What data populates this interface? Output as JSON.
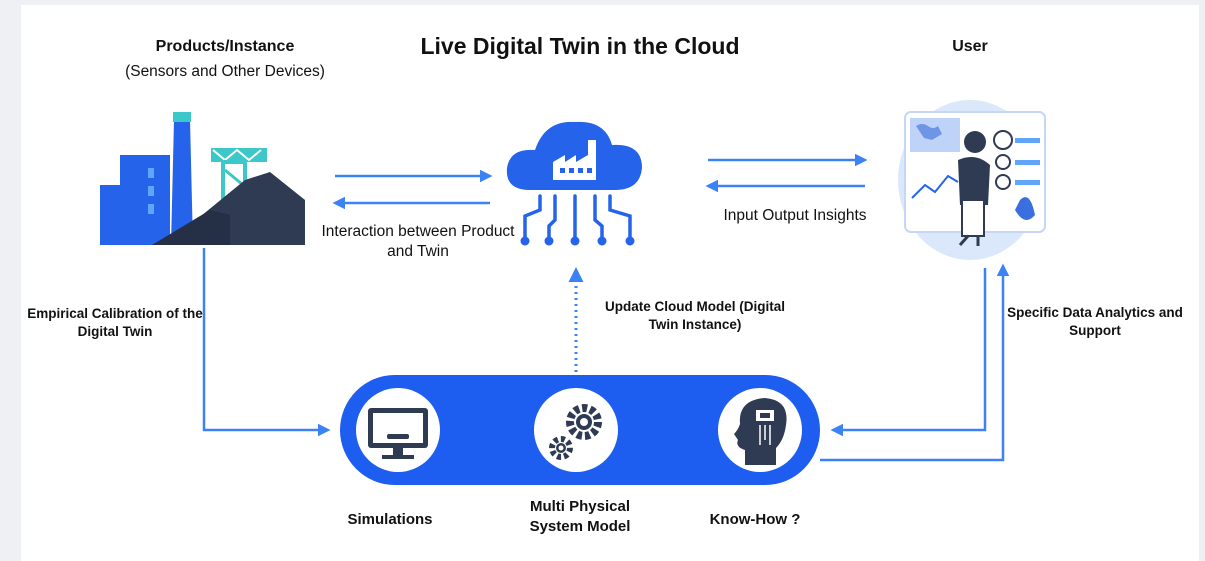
{
  "title": "Live Digital Twin in the Cloud",
  "products": {
    "title": "Products/Instance",
    "subtitle": "(Sensors and Other Devices)"
  },
  "user": {
    "title": "User"
  },
  "edges": {
    "interaction": "Interaction between Product and Twin",
    "io": "Input Output Insights",
    "update": "Update Cloud Model (Digital Twin Instance)",
    "calibration": "Empirical Calibration of the Digital Twin",
    "specific": "Specific Data Analytics and Support"
  },
  "model_bar": {
    "simulations": "Simulations",
    "multi_physical": "Multi Physical System Model",
    "know_how": "Know-How ?"
  },
  "colors": {
    "accent": "#2563eb",
    "arrow": "#3b82f6",
    "dark": "#2f3b52",
    "teal": "#3cc8c8"
  }
}
